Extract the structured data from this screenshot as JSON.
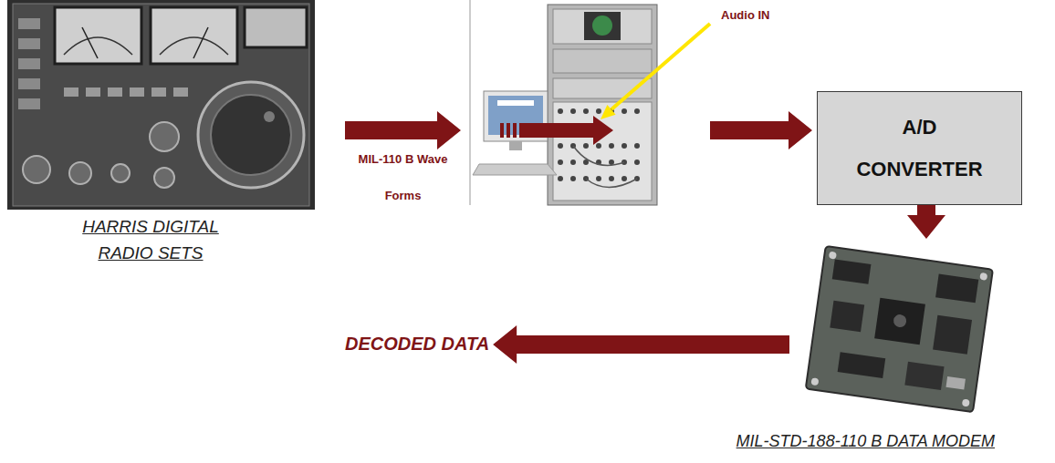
{
  "diagram": {
    "nodes": [
      {
        "text": [
          "HARRIS DIGITAL RADIO SETS"
        ]
      },
      {
        "text": [
          "Audio IN"
        ]
      },
      {
        "text": [
          "A/D CONVERTER"
        ]
      },
      {
        "text": [
          "MIL-STD-188-110 B DATA MODEM"
        ]
      },
      {
        "text": [
          "DECODED DATA"
        ]
      }
    ],
    "edges": [
      {
        "from": 0,
        "to": 1,
        "arrow": "to",
        "label": "MIL-110 B Wave Forms"
      },
      {
        "from": 1,
        "to": 2,
        "arrow": "to"
      },
      {
        "from": 2,
        "to": 3,
        "arrow": "to"
      },
      {
        "from": 3,
        "to": 4,
        "arrow": "to"
      }
    ]
  }
}
